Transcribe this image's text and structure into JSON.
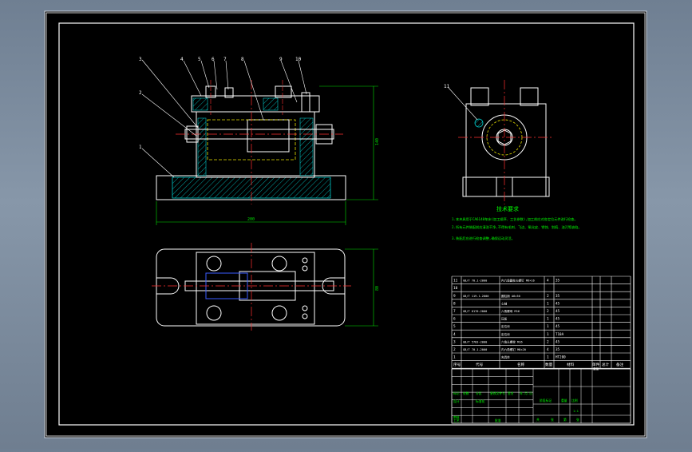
{
  "colors": {
    "background": "#6f7f92",
    "sheet": "#000000",
    "border": "#ffffff",
    "part": "#ffffff",
    "section": "#00c8c8",
    "centerline": "#ff3030",
    "hidden": "#e8e000",
    "dimension": "#00e000",
    "note": "#00ff00"
  },
  "views": {
    "front": {
      "balloons": [
        "3",
        "4",
        "5",
        "6",
        "7",
        "8",
        "9",
        "10",
        "2",
        "1"
      ],
      "height_dim": "140",
      "width_dim": "200"
    },
    "side": {
      "balloons": [
        "11"
      ]
    },
    "top": {
      "height_dim": "80"
    }
  },
  "notes": {
    "title": "技术要求",
    "lines": [
      "1.本夹具用于CA6140车床(加工顺序、工艺参数),加工前应对各定位元件进行检查。",
      "2.所有元件装配前应清洗干净,不得有毛刺、飞边、氧化皮、锈蚀、划痕、油污等缺陷。",
      "3.装配后应进行检查调整,确保运动灵活。"
    ]
  },
  "bom": {
    "rows": [
      {
        "no": "11",
        "code": "GB/T 70.1-2000",
        "name": "内六角圆柱头螺钉 M6×16",
        "qty": "4",
        "mat": "35"
      },
      {
        "no": "10",
        "code": "",
        "name": "",
        "qty": "",
        "mat": ""
      },
      {
        "no": "9",
        "code": "GB/T 119.1-2000",
        "name": "圆柱销 A6×30",
        "qty": "2",
        "mat": "35"
      },
      {
        "no": "8",
        "code": "",
        "name": "心轴",
        "qty": "1",
        "mat": "45"
      },
      {
        "no": "7",
        "code": "GB/T 6170-2000",
        "name": "六角螺母 M16",
        "qty": "2",
        "mat": "45"
      },
      {
        "no": "6",
        "code": "",
        "name": "压板",
        "qty": "1",
        "mat": "45"
      },
      {
        "no": "5",
        "code": "",
        "name": "定位块",
        "qty": "1",
        "mat": "45"
      },
      {
        "no": "4",
        "code": "",
        "name": "定位块",
        "qty": "1",
        "mat": "T10A"
      },
      {
        "no": "3",
        "code": "GB/T 5783-2000",
        "name": "六角头螺栓 M16",
        "qty": "2",
        "mat": "45"
      },
      {
        "no": "2",
        "code": "GB/T 70.1-2000",
        "name": "内六角螺钉 M8×20",
        "qty": "4",
        "mat": "35"
      },
      {
        "no": "1",
        "code": "",
        "name": "夹具体",
        "qty": "1",
        "mat": "HT200"
      }
    ],
    "header": {
      "no": "序号",
      "code": "代号",
      "name": "名称",
      "qty": "数量",
      "mat": "材料",
      "unit": "单件",
      "total": "总计",
      "weight": "重量",
      "remark": "备注"
    }
  },
  "title_block": {
    "labels": {
      "mark": "标记",
      "count": "处数",
      "zone": "分区",
      "doc": "更改文件号",
      "sign": "签名",
      "date": "年.月.日",
      "designer": "设计",
      "standard": "标准化",
      "checker": "审核",
      "process": "工艺",
      "approve": "批准",
      "stage": "阶段标记",
      "weight": "重量",
      "scale": "比例",
      "scale_value": "1:1",
      "sheet_total": "共",
      "sheet_unit": "张",
      "sheet_no": "第",
      "sheet_unit2": "张"
    }
  }
}
